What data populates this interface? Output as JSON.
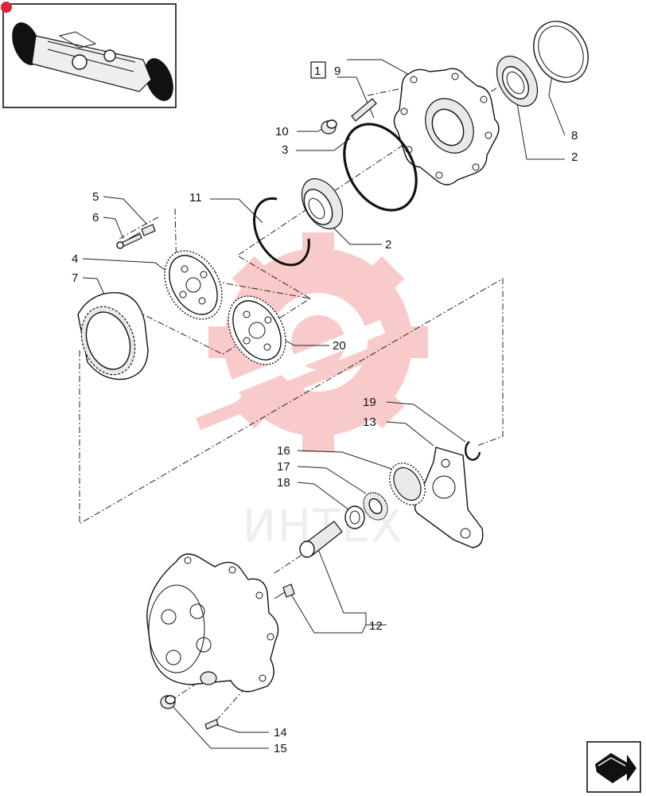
{
  "watermark": {
    "text": "ИНТЕХ",
    "color": "#f5a0a0"
  },
  "frame_box_number": "1",
  "callouts": [
    {
      "id": "9",
      "text": "9"
    },
    {
      "id": "10",
      "text": "10"
    },
    {
      "id": "3",
      "text": "3"
    },
    {
      "id": "8",
      "text": "8"
    },
    {
      "id": "2a",
      "text": "2"
    },
    {
      "id": "11",
      "text": "11"
    },
    {
      "id": "2b",
      "text": "2"
    },
    {
      "id": "5",
      "text": "5"
    },
    {
      "id": "6",
      "text": "6"
    },
    {
      "id": "4",
      "text": "4"
    },
    {
      "id": "7",
      "text": "7"
    },
    {
      "id": "20",
      "text": "20"
    },
    {
      "id": "19",
      "text": "19"
    },
    {
      "id": "13",
      "text": "13"
    },
    {
      "id": "16",
      "text": "16"
    },
    {
      "id": "17",
      "text": "17"
    },
    {
      "id": "18",
      "text": "18"
    },
    {
      "id": "12",
      "text": "12"
    },
    {
      "id": "14",
      "text": "14"
    },
    {
      "id": "15",
      "text": "15"
    }
  ],
  "icons": {
    "thumbnail": "axle-assembly-thumbnail",
    "nav": "next-page-arrow-icon"
  }
}
